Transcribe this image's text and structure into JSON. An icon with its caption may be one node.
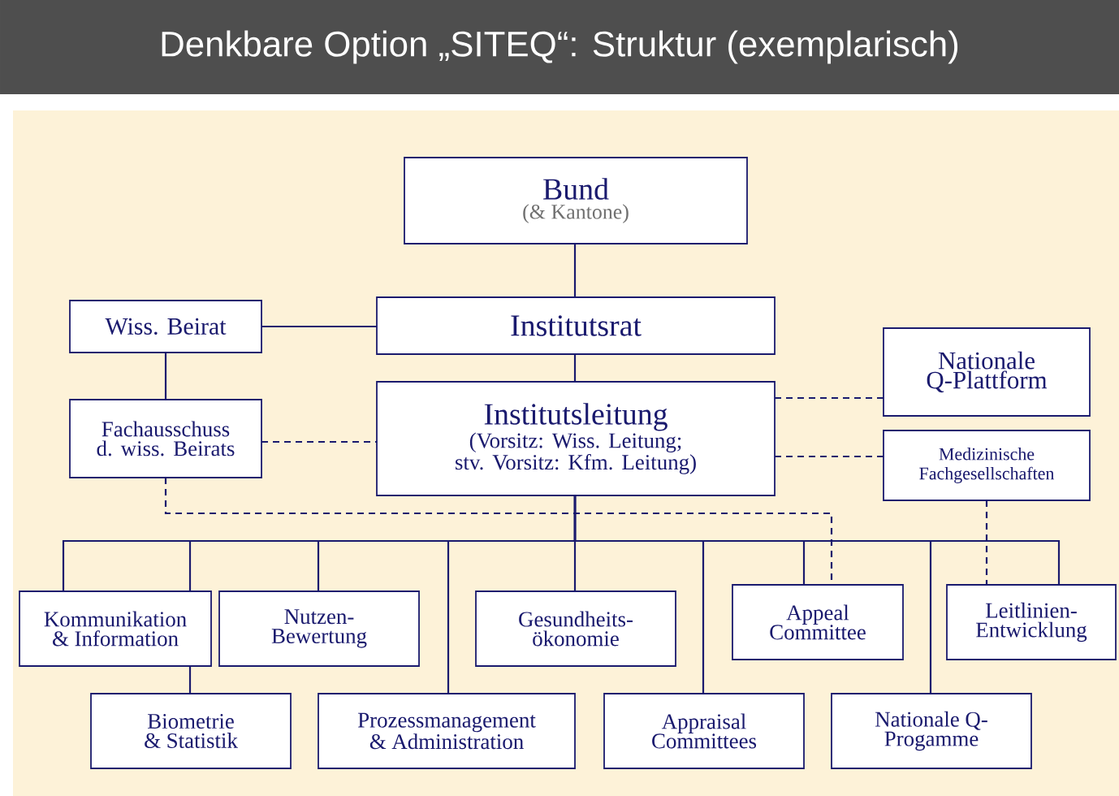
{
  "diagram": {
    "title": "Denkbare Option „SITEQ“:  Struktur (exemplarisch)",
    "nodes": [
      {
        "text": [
          "Bund",
          "(& Kantone)"
        ]
      },
      {
        "text": [
          "Wiss. Beirat"
        ]
      },
      {
        "text": [
          "Institutsrat"
        ]
      },
      {
        "text": [
          "Nationale Q-Plattform"
        ]
      },
      {
        "text": [
          "Fachausschuss d. wiss. Beirats"
        ]
      },
      {
        "text": [
          "Institutsleitung",
          "(Vorsitz: Wiss. Leitung; stv. Vorsitz: Kfm. Leitung)"
        ]
      },
      {
        "text": [
          "Medizinische Fachgesellschaften"
        ]
      },
      {
        "text": [
          "Kommunikation & Information"
        ]
      },
      {
        "text": [
          "Nutzen- Bewertung"
        ]
      },
      {
        "text": [
          "Gesundheits- ökonomie"
        ]
      },
      {
        "text": [
          "Appeal Committee"
        ]
      },
      {
        "text": [
          "Leitlinien- Entwicklung"
        ]
      },
      {
        "text": [
          "Biometrie & Statistik"
        ]
      },
      {
        "text": [
          "Prozessmanagement & Administration"
        ]
      },
      {
        "text": [
          "Appraisal Committees"
        ]
      },
      {
        "text": [
          "Nationale Q-Progamme"
        ]
      }
    ],
    "edges": [
      {
        "from": 0,
        "to": 2,
        "arrow": "none"
      },
      {
        "from": 1,
        "to": 2,
        "arrow": "none"
      },
      {
        "from": 2,
        "to": 5,
        "arrow": "none"
      },
      {
        "from": 1,
        "to": 4,
        "arrow": "none"
      },
      {
        "from": 4,
        "to": 5,
        "arrow": "none",
        "style": "dashed"
      },
      {
        "from": 5,
        "to": 3,
        "arrow": "none",
        "style": "dashed"
      },
      {
        "from": 5,
        "to": 6,
        "arrow": "none",
        "style": "dashed"
      },
      {
        "from": 4,
        "to": 10,
        "arrow": "none",
        "style": "dashed"
      },
      {
        "from": 6,
        "to": 11,
        "arrow": "none",
        "style": "dashed"
      },
      {
        "from": 5,
        "to": 7,
        "arrow": "none"
      },
      {
        "from": 7,
        "to": 12,
        "arrow": "none"
      },
      {
        "from": 5,
        "to": 8,
        "arrow": "none"
      },
      {
        "from": 5,
        "to": 13,
        "arrow": "none"
      },
      {
        "from": 5,
        "to": 9,
        "arrow": "none"
      },
      {
        "from": 5,
        "to": 14,
        "arrow": "none"
      },
      {
        "from": 5,
        "to": 10,
        "arrow": "none"
      },
      {
        "from": 5,
        "to": 15,
        "arrow": "none"
      },
      {
        "from": 5,
        "to": 11,
        "arrow": "none"
      }
    ]
  }
}
